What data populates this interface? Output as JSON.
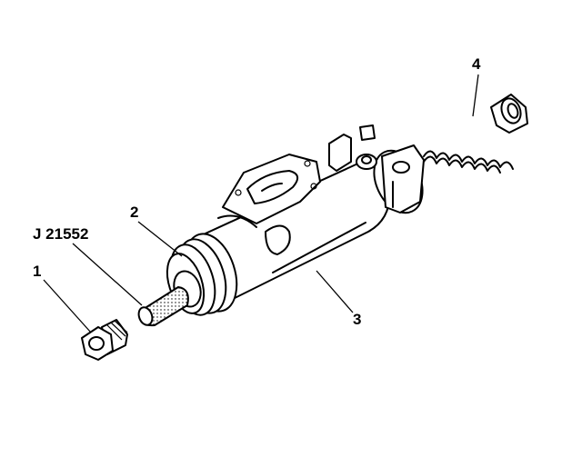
{
  "labels": {
    "part1": "1",
    "part2": "2",
    "part3": "3",
    "part4": "4",
    "tool": "J 21552"
  },
  "colors": {
    "ink": "#000000",
    "paper": "#ffffff"
  }
}
